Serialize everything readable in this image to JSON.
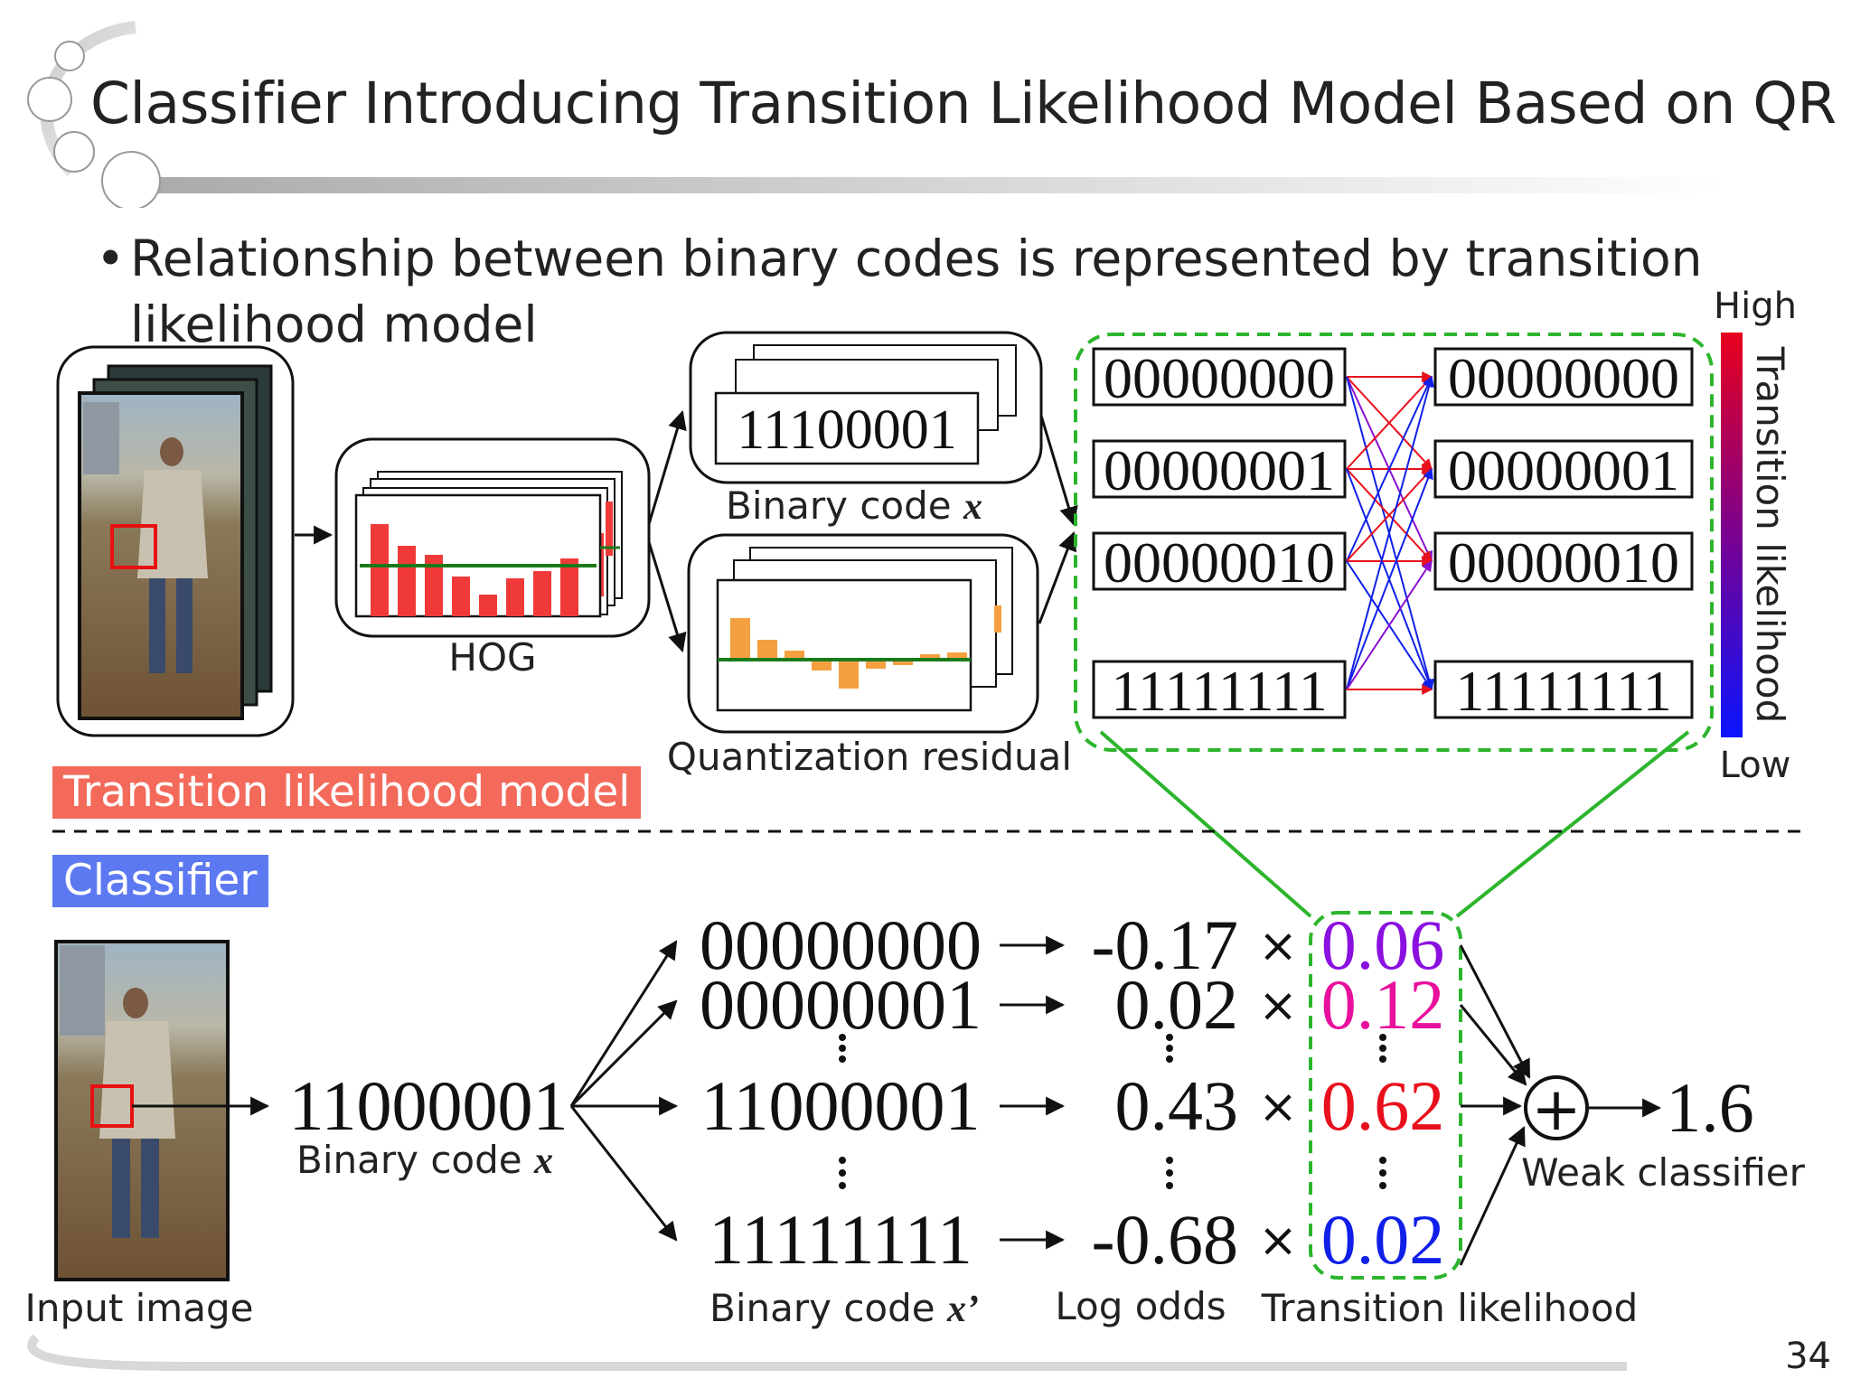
{
  "slide": {
    "title": "Classifier Introducing Transition Likelihood Model Based on QR",
    "bullet": "Relationship between binary codes is represented by transition likelihood model",
    "bullet_marker": "•",
    "page_number": "34"
  },
  "sections": {
    "model_tag": "Transition likelihood model",
    "classifier_tag": "Classifier",
    "model_tag_color": "#f36a5b",
    "classifier_tag_color": "#5d79f2"
  },
  "model": {
    "hog_label": "HOG",
    "binary_code_label": "Binary code",
    "binary_code_symbol": "x",
    "binary_code_value": "11100001",
    "residual_label": "Quantization residual",
    "left_codes": [
      "00000000",
      "00000001",
      "00000010",
      "11111111"
    ],
    "right_codes": [
      "00000000",
      "00000001",
      "00000010",
      "11111111"
    ],
    "colorbar": {
      "high": "High",
      "low": "Low",
      "label": "Transition likelihood",
      "high_color": "#e8001c",
      "low_color": "#0a14ff"
    }
  },
  "classifier": {
    "input_code": "11000001",
    "input_code_label": "Binary code",
    "input_code_symbol": "x",
    "input_image_label": "Input image",
    "codes_label": "Binary code",
    "codes_symbol": "x’",
    "log_odds_label": "Log odds",
    "likelihood_label": "Transition likelihood",
    "times": "×",
    "plus": "+",
    "rows": [
      {
        "code": "00000000",
        "log_odds": "-0.17",
        "likelihood": "0.06",
        "color": "#8a10e0"
      },
      {
        "code": "00000001",
        "log_odds": "0.02",
        "likelihood": "0.12",
        "color": "#e8109c"
      },
      {
        "code": "11000001",
        "log_odds": "0.43",
        "likelihood": "0.62",
        "color": "#e8101c"
      },
      {
        "code": "11111111",
        "log_odds": "-0.68",
        "likelihood": "0.02",
        "color": "#1020e8"
      }
    ],
    "output": "1.6",
    "weak_classifier_label": "Weak classifier"
  }
}
